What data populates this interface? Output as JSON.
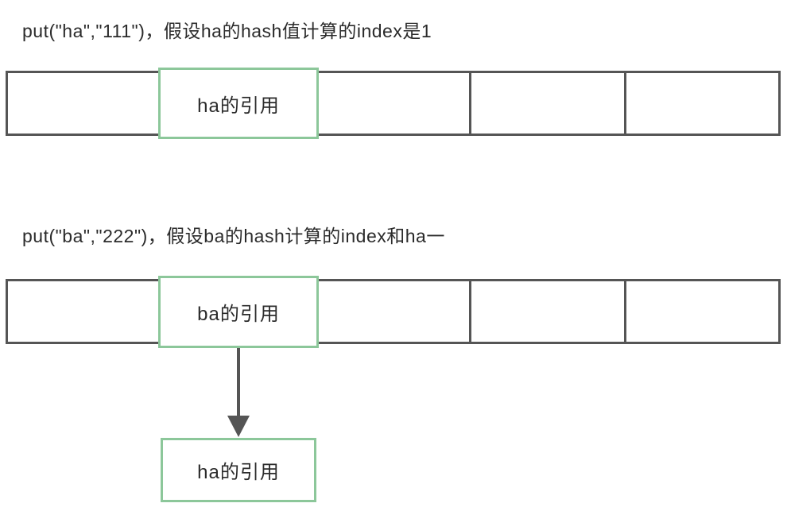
{
  "colors": {
    "background": "#ffffff",
    "grid_border": "#555555",
    "highlight_border": "#8cc79a",
    "text_color": "#2b2b2b",
    "arrow": "#555555"
  },
  "step1": {
    "caption": "put(\"ha\",\"111\")，假设ha的hash值计算的index是1",
    "cells": [
      "",
      "ha的引用",
      "",
      "",
      ""
    ],
    "highlighted_index": 1,
    "highlighted_cell": {
      "label": "ha的引用"
    }
  },
  "step2": {
    "caption": "put(\"ba\",\"222\")，假设ba的hash计算的index和ha一",
    "cells": [
      "",
      "ba的引用",
      "",
      "",
      ""
    ],
    "highlighted_index": 1,
    "highlighted_cell": {
      "label": "ba的引用"
    },
    "linked_node": {
      "label": "ha的引用"
    }
  }
}
